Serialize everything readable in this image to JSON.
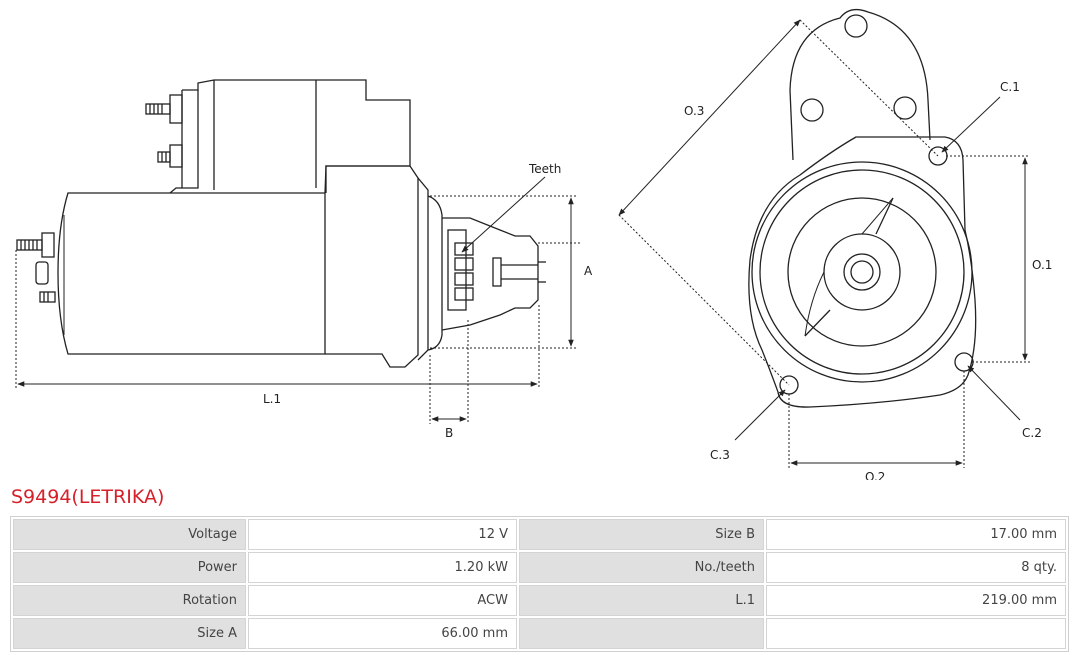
{
  "diagram": {
    "labels": {
      "teeth": "Teeth",
      "a": "A",
      "b": "B",
      "l1": "L.1",
      "o1": "O.1",
      "o2": "O.2",
      "o3": "O.3",
      "c1": "C.1",
      "c2": "C.2",
      "c3": "C.3"
    }
  },
  "product": {
    "title": "S9494(LETRIKA)"
  },
  "specs": {
    "rows": [
      [
        {
          "key": "Voltage",
          "value": "12 V"
        },
        {
          "key": "Size B",
          "value": "17.00 mm"
        }
      ],
      [
        {
          "key": "Power",
          "value": "1.20 kW"
        },
        {
          "key": "No./teeth",
          "value": "8 qty."
        }
      ],
      [
        {
          "key": "Rotation",
          "value": "ACW"
        },
        {
          "key": "L.1",
          "value": "219.00 mm"
        }
      ],
      [
        {
          "key": "Size A",
          "value": "66.00 mm"
        },
        {
          "key": "",
          "value": ""
        }
      ]
    ]
  }
}
